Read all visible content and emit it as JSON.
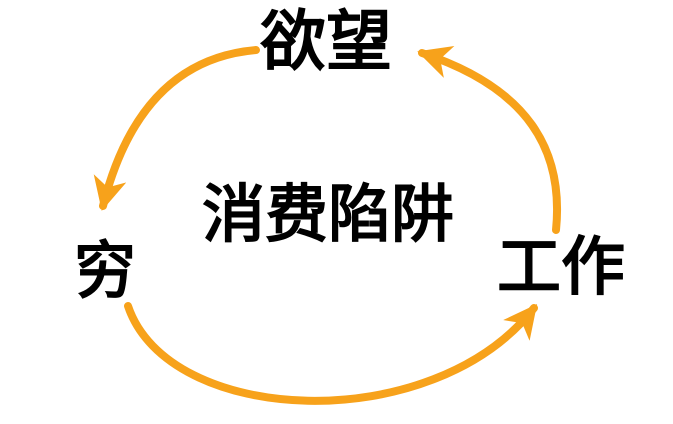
{
  "diagram": {
    "type": "cycle",
    "title": "消费陷阱",
    "nodes": [
      {
        "id": "desire",
        "label": "欲望",
        "position": "top"
      },
      {
        "id": "poor",
        "label": "穷",
        "position": "left"
      },
      {
        "id": "work",
        "label": "工作",
        "position": "right"
      }
    ],
    "arrows": [
      {
        "from": "欲望",
        "to": "穷"
      },
      {
        "from": "穷",
        "to": "工作"
      },
      {
        "from": "工作",
        "to": "欲望"
      }
    ],
    "colors": {
      "arrow": "#F7A21B",
      "text": "#000000",
      "background": "#FFFFFF"
    }
  }
}
